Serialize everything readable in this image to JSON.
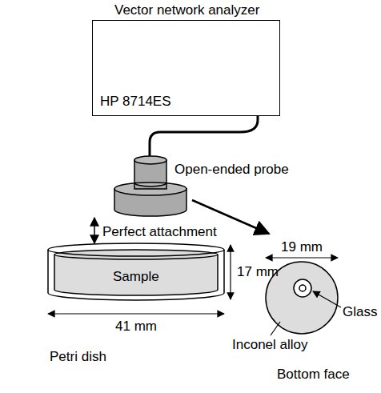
{
  "diagram": {
    "nodes": [
      {
        "text": [
          "Vector network analyzer",
          "HP 8714ES"
        ]
      },
      {
        "text": [
          "Sample"
        ]
      }
    ],
    "labels": [
      "Open-ended probe",
      "Perfect attachment",
      "17 mm",
      "41 mm",
      "Petri dish",
      "19 mm",
      "Inconel alloy",
      "Glass",
      "Bottom face"
    ]
  }
}
